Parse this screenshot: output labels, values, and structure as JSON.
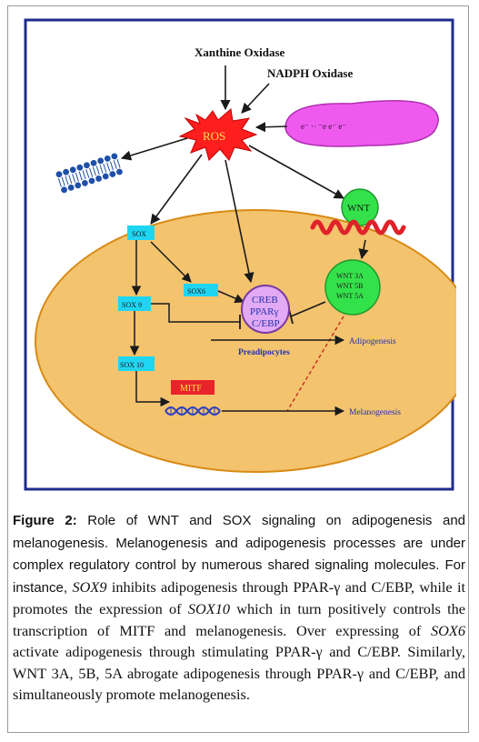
{
  "diagram": {
    "labels": {
      "xanthine": "Xanthine Oxidase",
      "nadph": "NADPH Oxidase",
      "ros": "ROS",
      "wnt": "WNT",
      "sox": "SOX",
      "sox9": "SOX 9",
      "sox6": "SOX6",
      "sox10": "SOX 10",
      "creb": "CREB",
      "ppar": "PPARγ",
      "cebp": "C/EBP",
      "wnt3a": "WNT 3A",
      "wnt5b": "WNT 5B",
      "wnt5a": "WNT 5A",
      "preadipocytes": "Preadipocytes",
      "adipogenesis": "Adipogenesis",
      "mitf": "MITF",
      "melanogenesis": "Melanogenesis",
      "mito_text": "e⁻ ·· ⁻e  e⁻  e⁻"
    },
    "colors": {
      "background": "#FFFFFF",
      "frame_border": "#1E2D8C",
      "cell_fill": "#F3C36E",
      "cell_border": "#D88A14",
      "ros_star": "#FF1E1E",
      "mitochondrion": "#EE5AEE",
      "wnt_green": "#33E24A",
      "sox_box": "#1FD6F2",
      "creb_circle": "#E2A9F4",
      "mitf_box": "#E8232A",
      "receptor": "#E0222A",
      "membrane_blue": "#1F4FA8",
      "dna": "#2B3FC0",
      "arrow": "#1A1A1A",
      "dashed": "#C8281E",
      "adipo_text": "#2233AA"
    }
  },
  "caption": {
    "label": "Figure 2:",
    "parts": [
      " Role of WNT and SOX signaling on adipogenesis and melanogenesis. Melanogenesis and adipogenesis processes are under complex regulatory control by numerous shared signaling molecules. For instance, ",
      "SOX9",
      " inhibits adipogenesis through PPAR-γ and C/EBP, while it promotes the expression of ",
      "SOX10",
      " which in turn positively controls the transcription of MITF and melanogenesis. Over expressing of ",
      "SOX6",
      " activate adipogenesis through stimulating PPAR-γ and C/EBP. Similarly, WNT 3A, 5B, 5A abrogate adipogenesis through PPAR-γ and C/EBP, and simultaneously promote melanogenesis."
    ]
  }
}
